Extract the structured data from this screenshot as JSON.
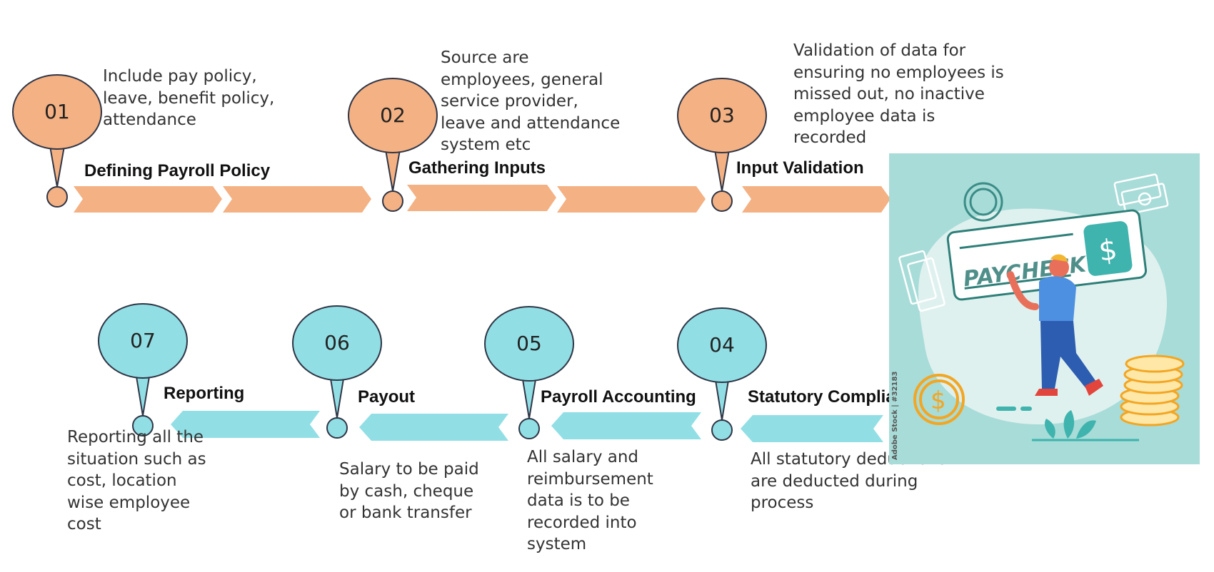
{
  "colors": {
    "top_row": "#f4b183",
    "bottom_row": "#91dfe5",
    "outline": "#2f3545",
    "illustration_bg": "#a8dcd8"
  },
  "steps": [
    {
      "number": "01",
      "title": "Defining Payroll Policy",
      "desc": [
        "Include pay policy,",
        "leave, benefit policy,",
        "attendance"
      ]
    },
    {
      "number": "02",
      "title": "Gathering Inputs",
      "desc": [
        "Source are",
        "employees, general",
        "service provider,",
        "leave and attendance",
        "system etc"
      ]
    },
    {
      "number": "03",
      "title": "Input Validation",
      "desc": [
        "Validation of data for",
        "ensuring no employees is",
        "missed out, no inactive",
        "employee data is",
        "recorded"
      ]
    },
    {
      "number": "04",
      "title": "Statutory Compliance",
      "desc": [
        "All statutory deductions",
        "are deducted during",
        "process"
      ]
    },
    {
      "number": "05",
      "title": "Payroll Accounting",
      "desc": [
        "All salary and",
        "reimbursement",
        "data is to be",
        "recorded into",
        "system"
      ]
    },
    {
      "number": "06",
      "title": "Payout",
      "desc": [
        "Salary to be paid",
        "by cash, cheque",
        "or bank transfer"
      ]
    },
    {
      "number": "07",
      "title": "Reporting",
      "desc": [
        "Reporting all the",
        "situation such as",
        "cost, location",
        "wise employee",
        "cost"
      ]
    }
  ],
  "illustration": {
    "paycheck_text": "PAYCHECK",
    "dollar_symbol": "$",
    "watermark": "Adobe Stock | #32183"
  }
}
